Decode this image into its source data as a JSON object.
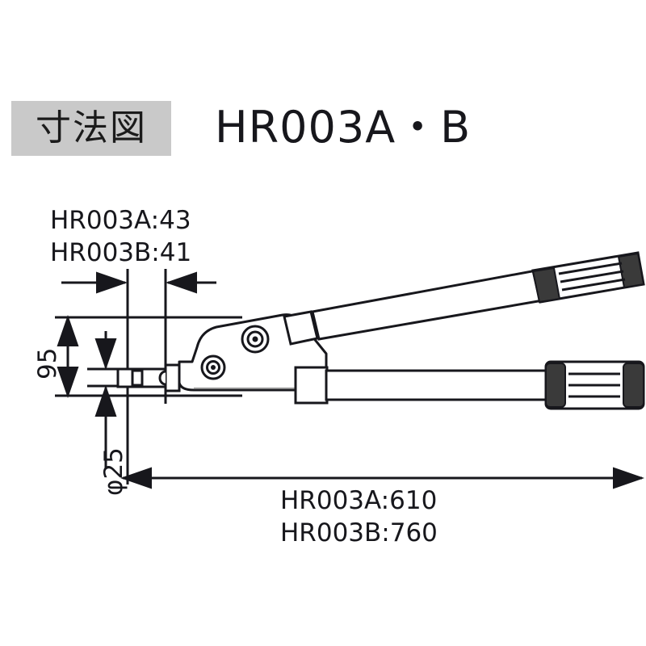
{
  "header": {
    "badge_label": "寸法図",
    "title": "HR003A・B"
  },
  "dimensions": {
    "top_jaw_a": "HR003A:43",
    "top_jaw_b": "HR003B:41",
    "height": "95",
    "diameter": "φ25",
    "length_a": "HR003A:610",
    "length_b": "HR003B:760"
  },
  "colors": {
    "badge_background": "#c9c9c9",
    "line": "#17171c",
    "text": "#17171c",
    "grip_dark": "#3a3a3a",
    "background": "#ffffff"
  },
  "drawing": {
    "subject": "hand riveter dimension drawing",
    "parts": [
      "nose-piece",
      "head-body",
      "pivot-bolt-upper",
      "pivot-bolt-lower",
      "upper-handle",
      "upper-grip",
      "lower-handle",
      "lower-grip"
    ]
  }
}
